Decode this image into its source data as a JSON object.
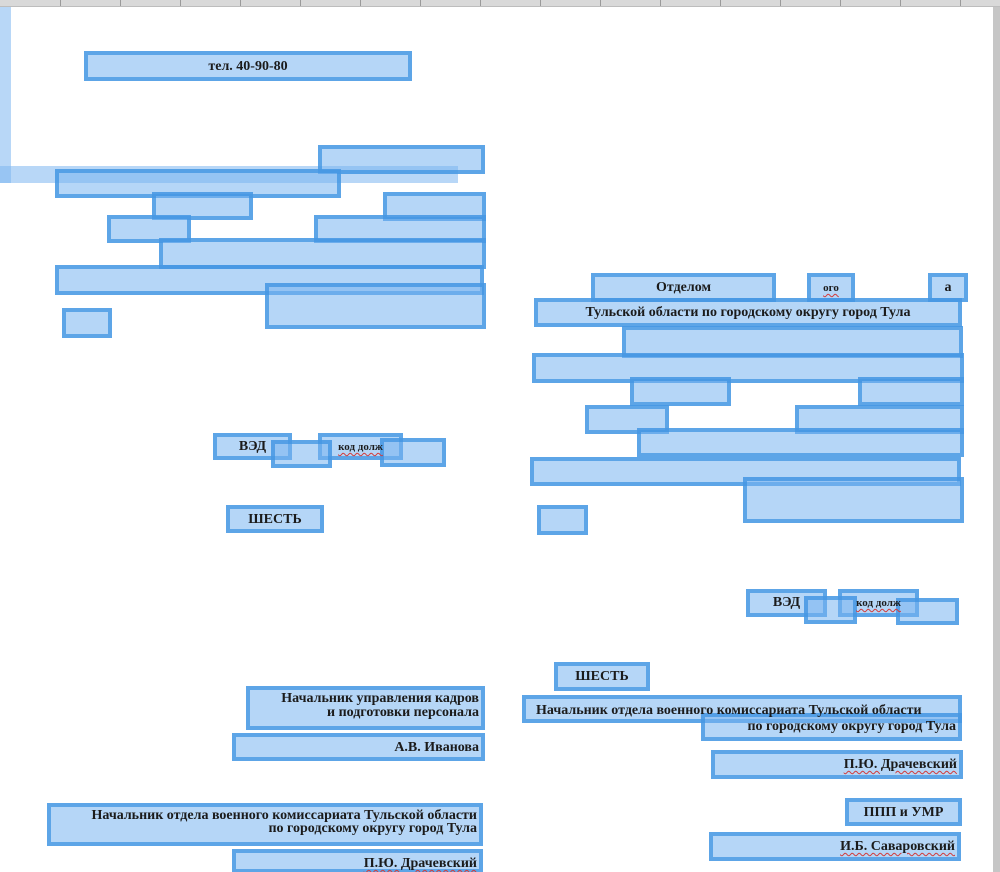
{
  "document": {
    "phone": "тел. 40-90-80",
    "left_code_ved": "ВЭД",
    "left_code_share": "код долж",
    "left_count_word": "ШЕСТЬ",
    "right_department_word": "Отделом",
    "right_fragment_ogo": "ого",
    "right_fragment_a": "а",
    "right_region_line": "Тульской области по городскому округу город Тула",
    "right_code_ved": "ВЭД",
    "right_code_share": "код долж",
    "right_count_word": "ШЕСТЬ"
  },
  "signatures": {
    "hr_head_line1": "Начальник управления кадров",
    "hr_head_line2": "и подготовки персонала",
    "hr_head_name": "А.В. Иванова",
    "left_commissariat_line1": "Начальник отдела военного комиссариата Тульской области",
    "left_commissariat_line2": "по городскому округу город Тула",
    "left_commissariat_name": "П.Ю. Драчевский",
    "right_commissariat_line1": "Начальник отдела военного комиссариата Тульской области",
    "right_commissariat_line2": "по городскому округу город Тула",
    "right_commissariat_name": "П.Ю. Драчевский",
    "ppp_label": "ППП и УМР",
    "ppp_name": "И.Б. Саваровский"
  },
  "colors": {
    "highlight_fill": "#78b4f0",
    "highlight_border": "#3c91e1",
    "page": "#ffffff",
    "background": "#ababab"
  }
}
